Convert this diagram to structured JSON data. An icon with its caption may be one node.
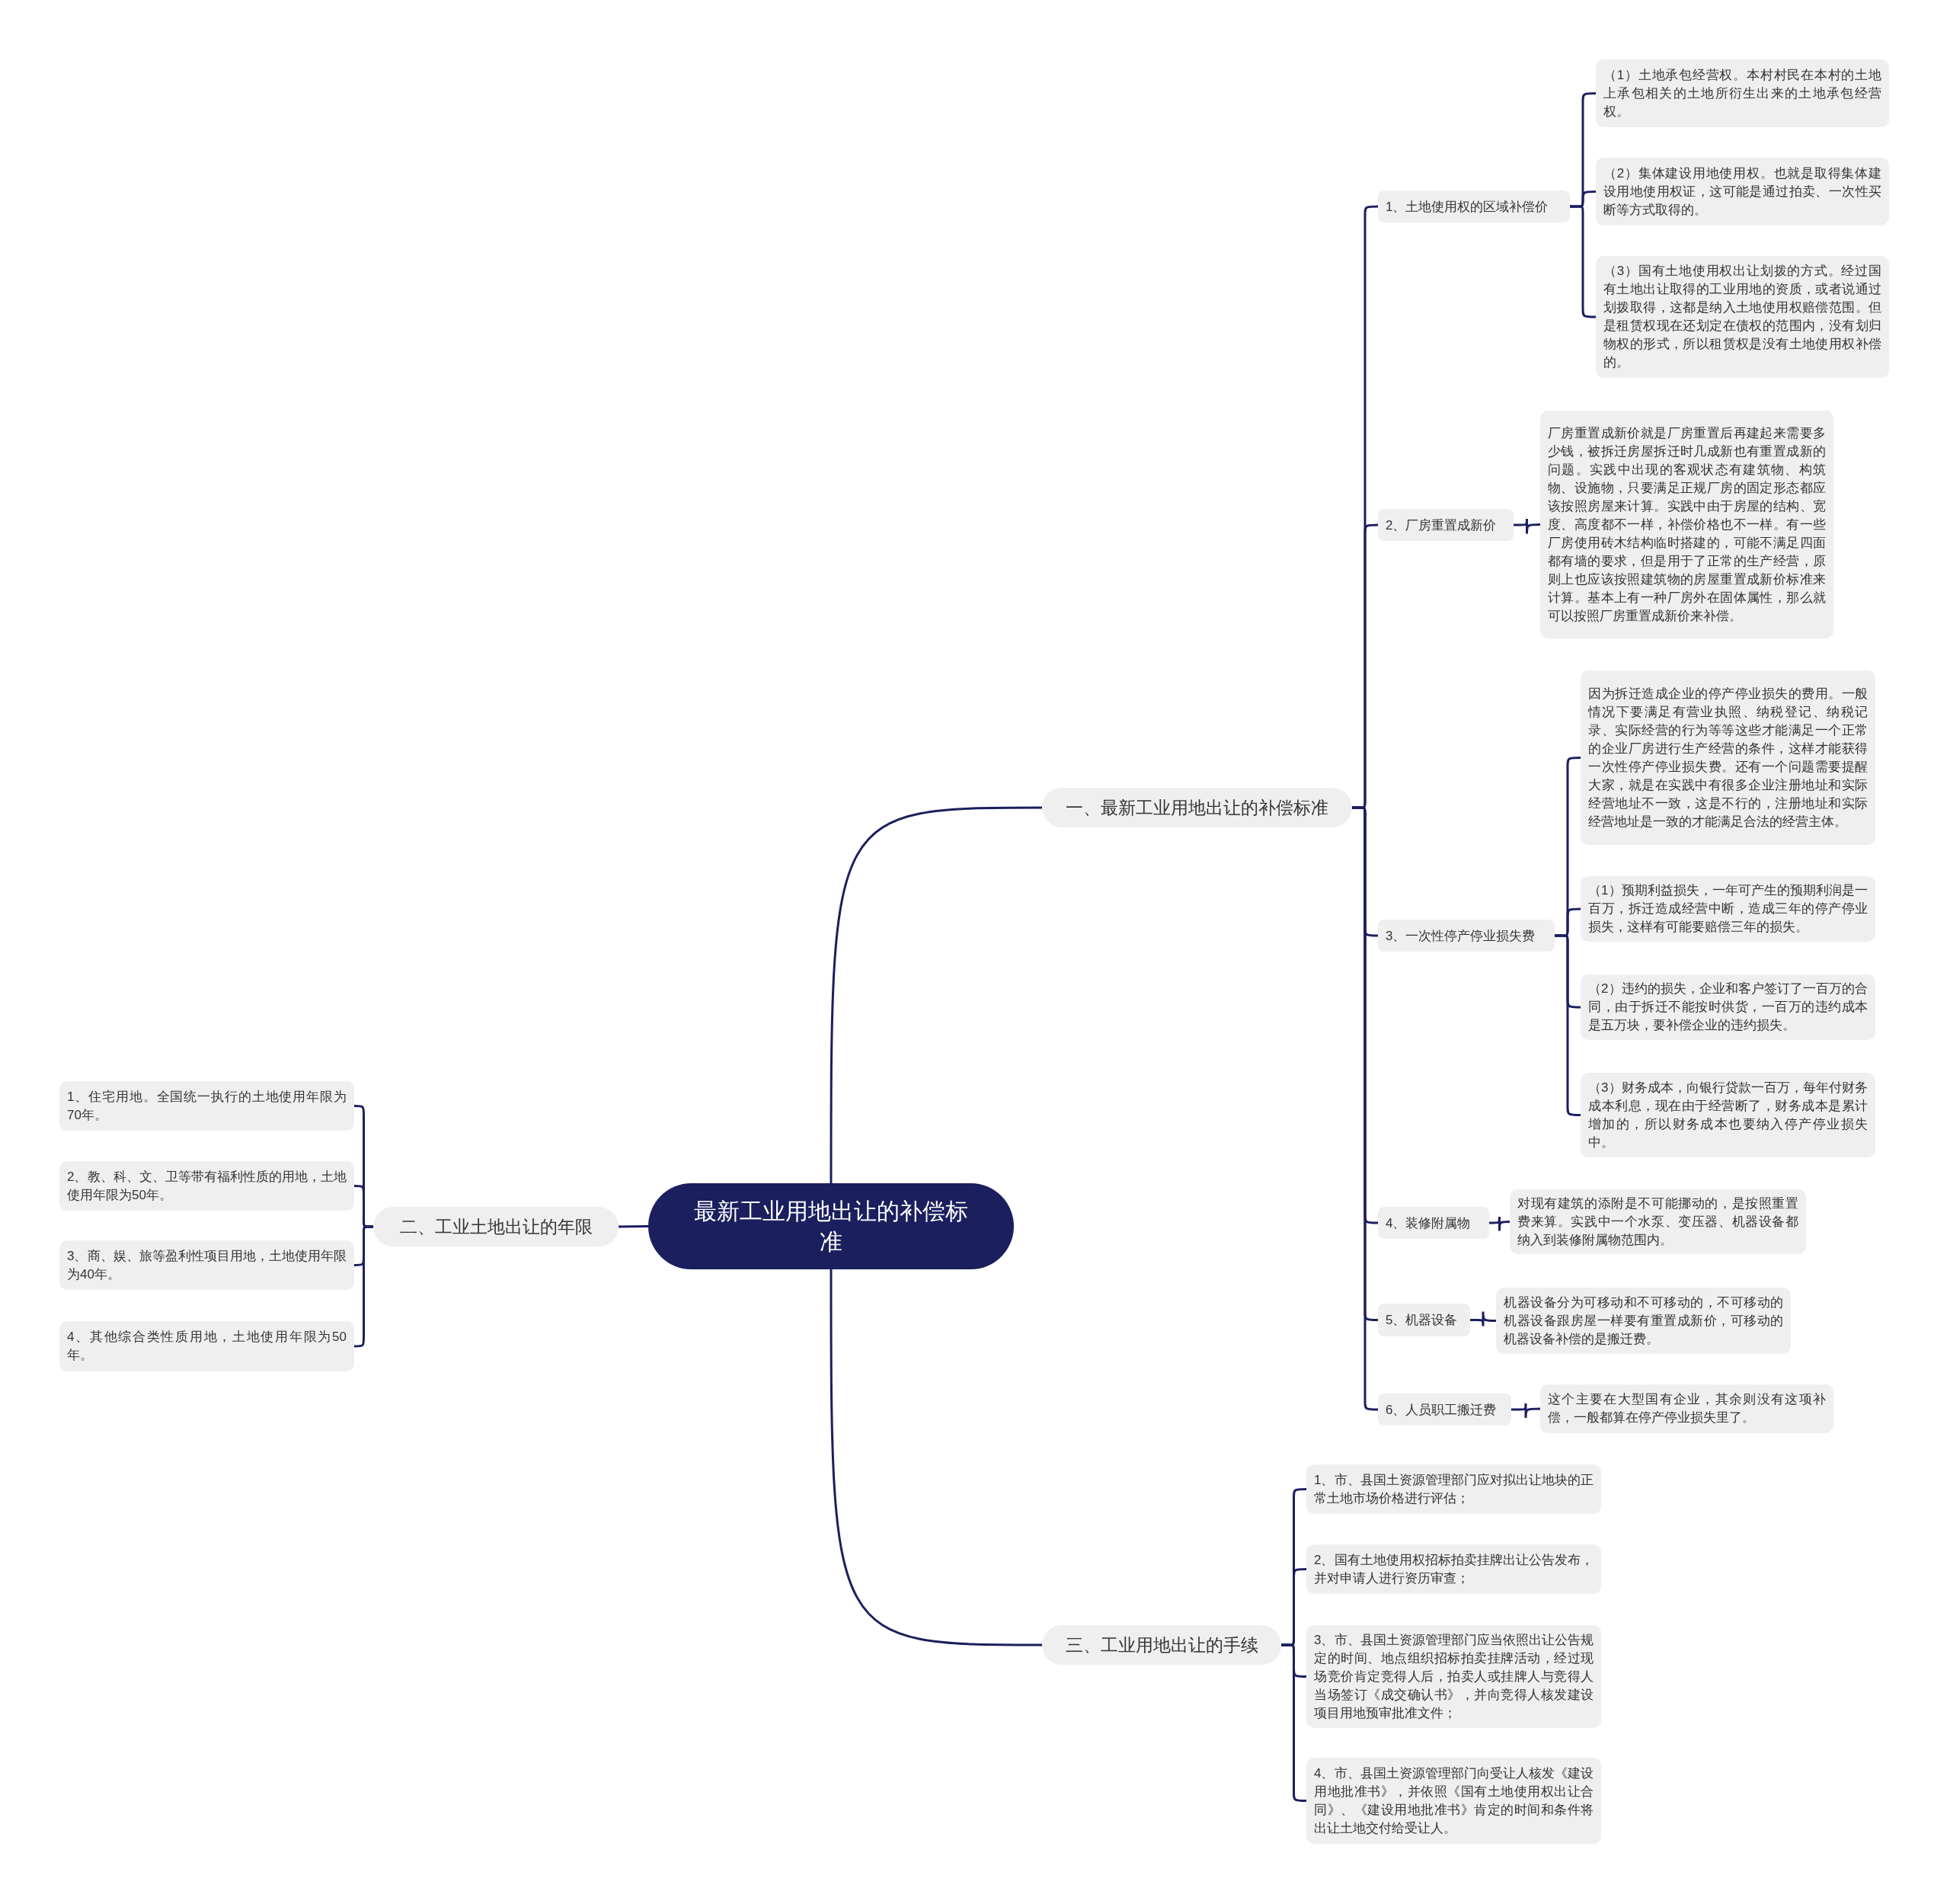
{
  "diagram": {
    "nodes": [
      {
        "text": [
          "最新工业用地出让的补偿标准"
        ]
      },
      {
        "text": [
          "一、最新工业用地出让的补偿标准"
        ]
      },
      {
        "text": [
          "1、土地使用权的区域补偿价"
        ]
      },
      {
        "text": [
          "（1）土地承包经营权。本村村民在本村的土地上承包相关的土地所衍生出来的土地承包经营权。"
        ]
      },
      {
        "text": [
          "（2）集体建设用地使用权。也就是取得集体建设用地使用权证，这可能是通过拍卖、一次性买断等方式取得的。"
        ]
      },
      {
        "text": [
          "（3）国有土地使用权出让划拨的方式。经过国有土地出让取得的工业用地的资质，或者说通过划拨取得，这都是纳入土地使用权赔偿范围。但是租赁权现在还划定在债权的范围内，没有划归物权的形式，所以租赁权是没有土地使用权补偿的。"
        ]
      },
      {
        "text": [
          "2、厂房重置成新价"
        ]
      },
      {
        "text": [
          "厂房重置成新价就是厂房重置后再建起来需要多少钱，被拆迁房屋拆迁时几成新也有重置成新的问题。实践中出现的客观状态有建筑物、构筑物、设施物，只要满足正规厂房的固定形态都应该按照房屋来计算。实践中由于房屋的结构、宽度、高度都不一样，补偿价格也不一样。有一些厂房使用砖木结构临时搭建的，可能不满足四面都有墙的要求，但是用于了正常的生产经营，原则上也应该按照建筑物的房屋重置成新价标准来计算。基本上有一种厂房外在固体属性，那么就可以按照厂房重置成新价来补偿。"
        ]
      },
      {
        "text": [
          "3、一次性停产停业损失费"
        ]
      },
      {
        "text": [
          "因为拆迁造成企业的停产停业损失的费用。一般情况下要满足有营业执照、纳税登记、纳税记录、实际经营的行为等等这些才能满足一个正常的企业厂房进行生产经营的条件，这样才能获得一次性停产停业损失费。还有一个问题需要提醒大家，就是在实践中有很多企业注册地址和实际经营地址不一致，这是不行的，注册地址和实际经营地址是一致的才能满足合法的经营主体。"
        ]
      },
      {
        "text": [
          "（1）预期利益损失，一年可产生的预期利润是一百万，拆迁造成经营中断，造成三年的停产停业损失，这样有可能要赔偿三年的损失。"
        ]
      },
      {
        "text": [
          "（2）违约的损失，企业和客户签订了一百万的合同，由于拆迁不能按时供货，一百万的违约成本是五万块，要补偿企业的违约损失。"
        ]
      },
      {
        "text": [
          "（3）财务成本，向银行贷款一百万，每年付财务成本利息，现在由于经营断了，财务成本是累计增加的，所以财务成本也要纳入停产停业损失中。"
        ]
      },
      {
        "text": [
          "4、装修附属物"
        ]
      },
      {
        "text": [
          "对现有建筑的添附是不可能挪动的，是按照重置费来算。实践中一个水泵、变压器、机器设备都纳入到装修附属物范围内。"
        ]
      },
      {
        "text": [
          "5、机器设备"
        ]
      },
      {
        "text": [
          "机器设备分为可移动和不可移动的，不可移动的机器设备跟房屋一样要有重置成新价，可移动的机器设备补偿的是搬迁费。"
        ]
      },
      {
        "text": [
          "6、人员职工搬迁费"
        ]
      },
      {
        "text": [
          "这个主要在大型国有企业，其余则没有这项补偿，一般都算在停产停业损失里了。"
        ]
      },
      {
        "text": [
          "二、工业土地出让的年限"
        ]
      },
      {
        "text": [
          "1、住宅用地。全国统一执行的土地使用年限为70年。"
        ]
      },
      {
        "text": [
          "2、教、科、文、卫等带有福利性质的用地，土地使用年限为50年。"
        ]
      },
      {
        "text": [
          "3、商、娱、旅等盈利性项目用地，土地使用年限为40年。"
        ]
      },
      {
        "text": [
          "4、其他综合类性质用地，土地使用年限为50年。"
        ]
      },
      {
        "text": [
          "三、工业用地出让的手续"
        ]
      },
      {
        "text": [
          "1、市、县国土资源管理部门应对拟出让地块的正常土地市场价格进行评估；"
        ]
      },
      {
        "text": [
          "2、国有土地使用权招标拍卖挂牌出让公告发布，并对申请人进行资历审查；"
        ]
      },
      {
        "text": [
          "3、市、县国土资源管理部门应当依照出让公告规定的时间、地点组织招标拍卖挂牌活动，经过现场竞价肯定竞得人后，拍卖人或挂牌人与竞得人当场签订《成交确认书》，并向竞得人核发建设项目用地预审批准文件；"
        ]
      },
      {
        "text": [
          "4、市、县国土资源管理部门向受让人核发《建设用地批准书》，并依照《国有土地使用权出让合同》、《建设用地批准书》肯定的时间和条件将出让土地交付给受让人。"
        ]
      }
    ],
    "edges": [
      {
        "from": 0,
        "to": 1,
        "arrow": "none"
      },
      {
        "from": 1,
        "to": 2,
        "arrow": "none"
      },
      {
        "from": 2,
        "to": 3,
        "arrow": "none"
      },
      {
        "from": 2,
        "to": 4,
        "arrow": "none"
      },
      {
        "from": 2,
        "to": 5,
        "arrow": "none"
      },
      {
        "from": 1,
        "to": 6,
        "arrow": "none"
      },
      {
        "from": 6,
        "to": 7,
        "arrow": "none"
      },
      {
        "from": 1,
        "to": 8,
        "arrow": "none"
      },
      {
        "from": 8,
        "to": 9,
        "arrow": "none"
      },
      {
        "from": 8,
        "to": 10,
        "arrow": "none"
      },
      {
        "from": 8,
        "to": 11,
        "arrow": "none"
      },
      {
        "from": 8,
        "to": 12,
        "arrow": "none"
      },
      {
        "from": 1,
        "to": 13,
        "arrow": "none"
      },
      {
        "from": 13,
        "to": 14,
        "arrow": "none"
      },
      {
        "from": 1,
        "to": 15,
        "arrow": "none"
      },
      {
        "from": 15,
        "to": 16,
        "arrow": "none"
      },
      {
        "from": 1,
        "to": 17,
        "arrow": "none"
      },
      {
        "from": 17,
        "to": 18,
        "arrow": "none"
      },
      {
        "from": 0,
        "to": 19,
        "arrow": "none"
      },
      {
        "from": 19,
        "to": 20,
        "arrow": "none"
      },
      {
        "from": 19,
        "to": 21,
        "arrow": "none"
      },
      {
        "from": 19,
        "to": 22,
        "arrow": "none"
      },
      {
        "from": 19,
        "to": 23,
        "arrow": "none"
      },
      {
        "from": 0,
        "to": 24,
        "arrow": "none"
      },
      {
        "from": 24,
        "to": 25,
        "arrow": "none"
      },
      {
        "from": 24,
        "to": 26,
        "arrow": "none"
      },
      {
        "from": 24,
        "to": 27,
        "arrow": "none"
      },
      {
        "from": 24,
        "to": 28,
        "arrow": "none"
      }
    ]
  }
}
